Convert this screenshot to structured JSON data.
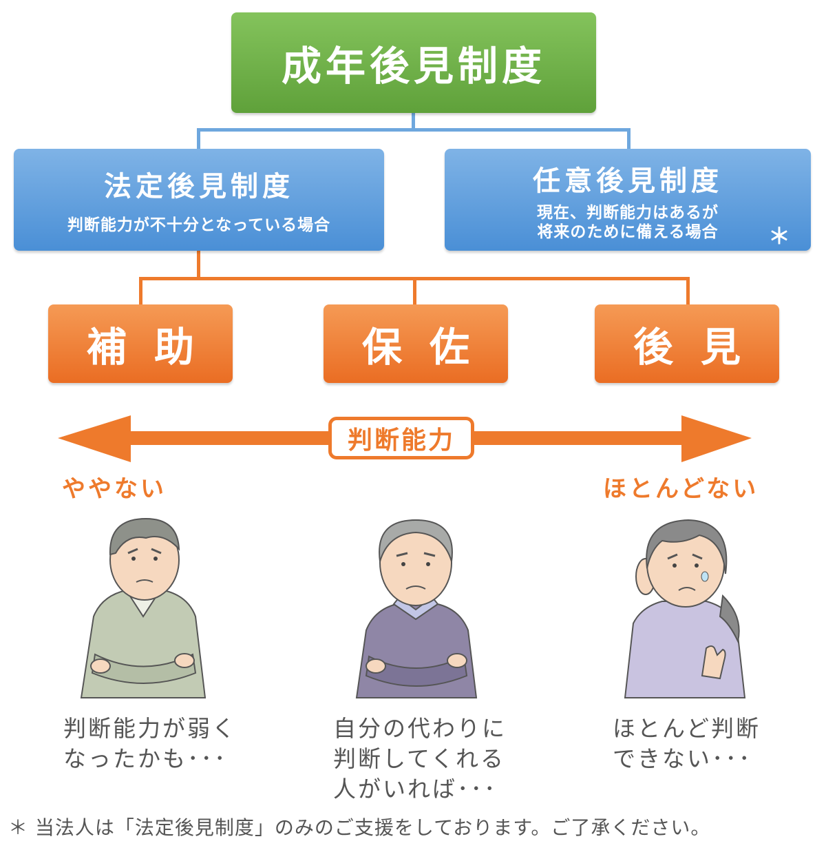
{
  "root": {
    "title": "成年後見制度"
  },
  "legal": {
    "title": "法定後見制度",
    "subtitle": "判断能力が不十分となっている場合"
  },
  "voluntary": {
    "title": "任意後見制度",
    "subtitle_line1": "現在、判断能力はあるが",
    "subtitle_line2": "将来のために備える場合",
    "mark": "＊"
  },
  "types": [
    {
      "label": "補助"
    },
    {
      "label": "保佐"
    },
    {
      "label": "後見"
    }
  ],
  "ability_axis": {
    "label": "判断能力",
    "left": "ややない",
    "right": "ほとんどない"
  },
  "people": [
    {
      "caption": "判断能力が弱く\nなったかも･･･"
    },
    {
      "caption": "自分の代わりに\n判断してくれる\n人がいれば･･･"
    },
    {
      "caption": "ほとんど判断\nできない･･･"
    }
  ],
  "footnote": "＊ 当法人は「法定後見制度」のみのご支援をしております。ご了承ください。",
  "colors": {
    "green": "#6aad45",
    "blue": "#5a9bdc",
    "orange": "#ee7a2c"
  }
}
